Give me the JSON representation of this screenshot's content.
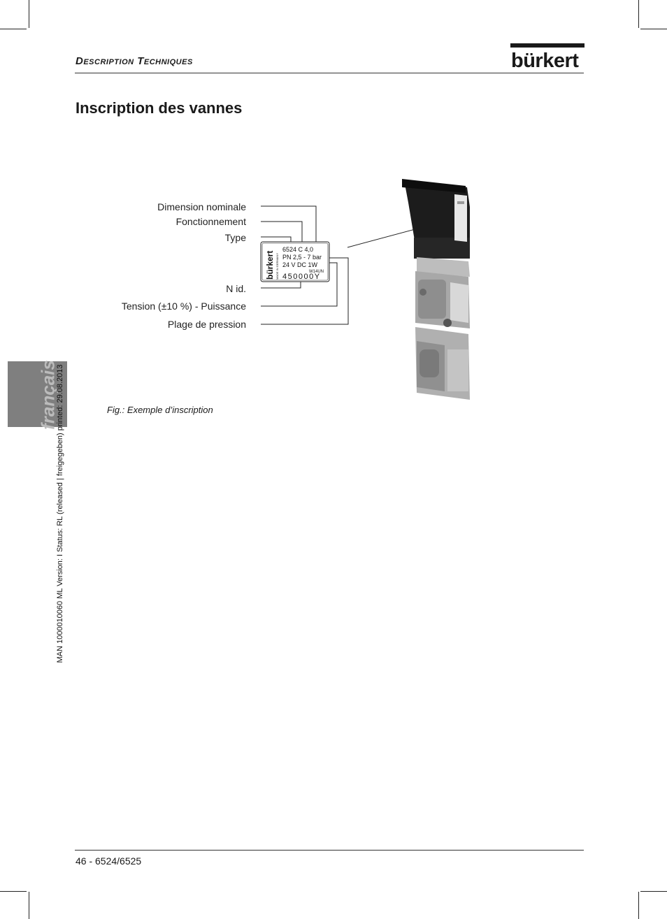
{
  "header": {
    "section_title": "Description Techniques",
    "brand": "bürkert"
  },
  "page_title": "Inscription des vannes",
  "figure": {
    "labels": {
      "dimension": "Dimension nominale",
      "fonctionnement": "Fonctionnement",
      "type": "Type",
      "id": "N  id.",
      "tension": "Tension (±10 %) - Puissance",
      "plage": "Plage de pression"
    },
    "nameplate": {
      "brand": "bürkert",
      "made_in": "MADE IN GERMANY",
      "line1": "6524   C    4,0",
      "line2": "PN 2,5 - 7 bar",
      "line3": "24 V   DC    1W",
      "code": "W14UN",
      "id": "450000Y"
    },
    "caption": "Fig.: Exemple d’inscription"
  },
  "side_tab": {
    "text": "français"
  },
  "side_text": "MAN  1000010060  ML  Version: I  Status: RL (released | freigegeben)  printed: 29.08.2013",
  "footer": {
    "page": "46  -  6524/6525"
  }
}
